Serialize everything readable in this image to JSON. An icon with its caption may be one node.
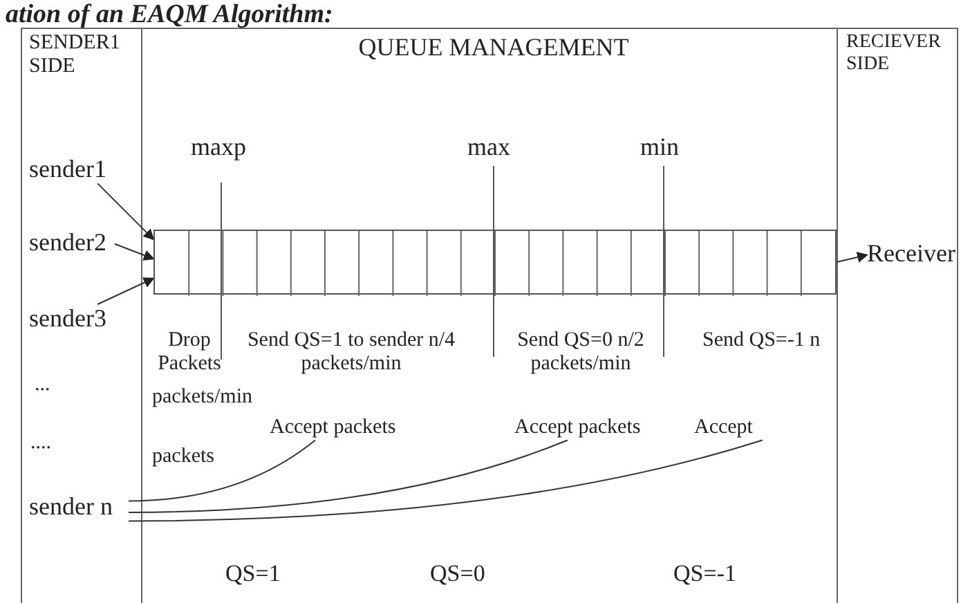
{
  "diagram": {
    "title": "ation of an EAQM Algorithm:",
    "nodes": [
      {
        "text": [
          "SENDER1 SIDE"
        ]
      },
      {
        "text": [
          "QUEUE MANAGEMENT"
        ]
      },
      {
        "text": [
          "RECIEVER SIDE"
        ]
      },
      {
        "text": [
          "sender1"
        ],
        "in": 0
      },
      {
        "text": [
          "sender2"
        ],
        "in": 0
      },
      {
        "text": [
          "sender3"
        ],
        "in": 0
      },
      {
        "text": [
          "sender n"
        ],
        "in": 0
      },
      {
        "text": [],
        "shape": "bar",
        "in": 1
      },
      {
        "text": [
          "Receiver"
        ],
        "in": 2
      },
      {
        "text": [
          "Accept packets"
        ],
        "in": 1
      },
      {
        "text": [
          "Accept packets"
        ],
        "in": 1
      },
      {
        "text": [
          "Accept"
        ],
        "in": 1
      }
    ],
    "edges": [
      {
        "from": 3,
        "to": 7,
        "arrow": "to"
      },
      {
        "from": 4,
        "to": 7,
        "arrow": "to"
      },
      {
        "from": 5,
        "to": 7,
        "arrow": "to"
      },
      {
        "from": 7,
        "to": 8,
        "arrow": "to"
      },
      {
        "from": 6,
        "to": 9,
        "arrow": "none"
      },
      {
        "from": 6,
        "to": 10,
        "arrow": "none"
      },
      {
        "from": 6,
        "to": 11,
        "arrow": "none"
      }
    ],
    "labels": [
      "maxp",
      "max",
      "min",
      "Drop Packets",
      "Send QS=1 to sender n/4 packets/min",
      "Send QS=0 n/2 packets/min",
      "Send QS=-1 n",
      "...",
      "packets/min",
      "....",
      "packets",
      "QS=1",
      "QS=0",
      "QS=-1"
    ]
  }
}
